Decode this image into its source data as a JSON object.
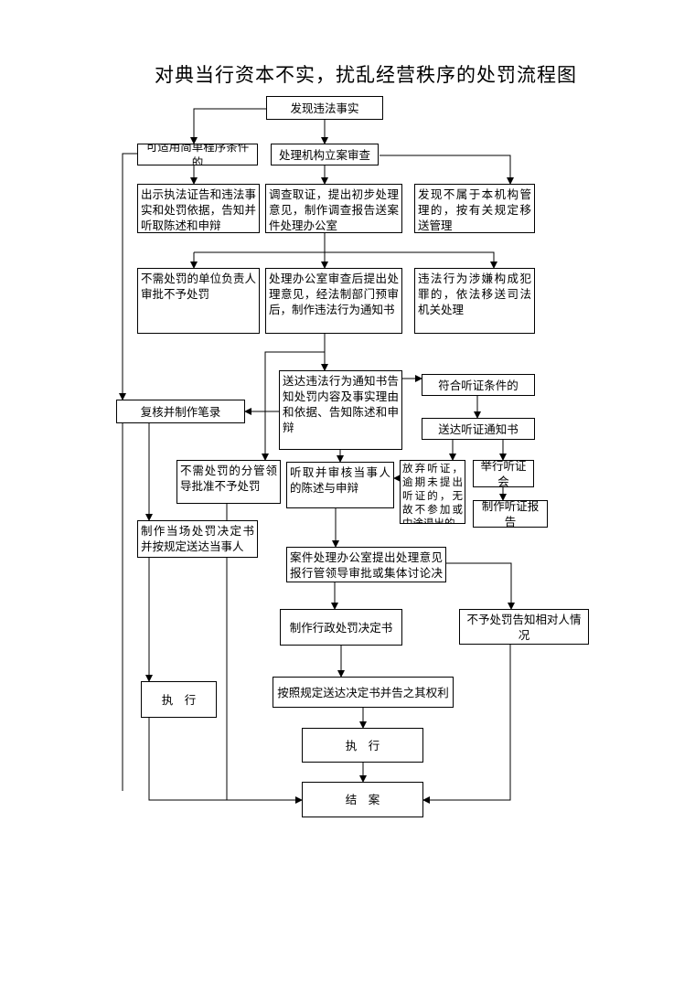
{
  "title": "对典当行资本不实，扰乱经营秩序的处罚流程图",
  "nodes": {
    "discover": "发现违法事实",
    "simple_procedure": "可适用简单程序条件的",
    "case_review": "处理机构立案审查",
    "show_certificate": "出示执法证告和违法事实和处罚依据，告知并听取陈述和申辩",
    "investigate": "调查取证，提出初步处理意见，制作调查报告送案件处理办公室",
    "not_jurisdiction": "发现不属于本机构管理的，按有关规定移送管理",
    "no_penalty_unit": "不需处罚的单位负责人审批不予处罚",
    "office_review": "处理办公室审查后提出处理意见，经法制部门预审后，制作违法行为通知书",
    "crime_transfer": "违法行为涉嫌构成犯罪的，依法移送司法机关处理",
    "deliver_notice": "送达违法行为通知书告知处罚内容及事实理由和依据、告知陈述和申辩",
    "hearing_condition": "符合听证条件的",
    "review_record": "复核并制作笔录",
    "hearing_notice": "送达听证通知书",
    "give_up_hearing": "放弃听证，逾期未提出听证的，无故不参加或中途退出的",
    "hold_hearing": "举行听证会",
    "no_penalty_leader": "不需处罚的分管领导批准不予处罚",
    "hear_statement": "听取并审核当事人的陈述与申辩",
    "hearing_report": "制作听证报告",
    "onsite_decision": "制作当场处罚决定书并按规定送达当事人",
    "office_opinion": "案件处理办公室提出处理意见报行管领导审批或集体讨论决定",
    "admin_decision": "制作行政处罚决定书",
    "no_penalty_inform": "不予处罚告知相对人情况",
    "execute_left": "执　行",
    "deliver_decision": "按照规定送达决定书并告之其权利",
    "execute_main": "执　行",
    "close_case": "结　案"
  }
}
